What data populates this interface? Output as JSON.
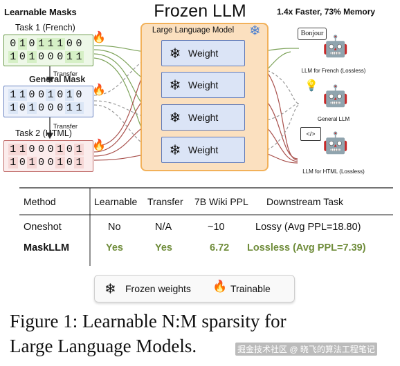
{
  "header": {
    "left_title": "Learnable Masks",
    "center_title": "Frozen LLM",
    "right_title": "1.4x Faster, 73% Memory"
  },
  "masks": [
    {
      "label": "Task 1 (French)",
      "rows": [
        "01011100",
        "10100011"
      ],
      "fill": "#d6f0c6",
      "border": "#6a9a4a",
      "trainable": true
    },
    {
      "label": "General Mask",
      "rows": [
        "11001010",
        "10100011"
      ],
      "fill": "#dbe6f6",
      "border": "#6a84c2",
      "trainable": true
    },
    {
      "label": "Task 2 (HTML)",
      "rows": [
        "11000101",
        "10100101"
      ],
      "fill": "#f6d7d6",
      "border": "#c06a68",
      "trainable": true
    }
  ],
  "transfer_labels": [
    "Transfer",
    "Transfer"
  ],
  "llm": {
    "title": "Large Language Model",
    "weights": [
      "Weight",
      "Weight",
      "Weight",
      "Weight"
    ]
  },
  "outputs": [
    {
      "bubble": "Bonjour",
      "label": "LLM for French (Lossless)",
      "color": "#5a9a3a"
    },
    {
      "bubble": "",
      "label": "General LLM",
      "color": "#6f86b8"
    },
    {
      "bubble": "</>",
      "label": "LLM for HTML (Lossless)",
      "color": "#b85a3a"
    }
  ],
  "table": {
    "headers": [
      "Method",
      "Learnable",
      "Transfer",
      "7B Wiki PPL",
      "Downstream Task"
    ],
    "rows": [
      {
        "method": "Oneshot",
        "learnable": "No",
        "transfer": "N/A",
        "ppl": "~10",
        "downstream": "Lossy (Avg PPL=18.80)",
        "highlight": false
      },
      {
        "method": "MaskLLM",
        "learnable": "Yes",
        "transfer": "Yes",
        "ppl": "6.72",
        "downstream": "Lossless (Avg PPL=7.39)",
        "highlight": true
      }
    ]
  },
  "legend": {
    "frozen": "Frozen weights",
    "trainable": "Trainable"
  },
  "caption": {
    "line1": "Figure 1:  Learnable N:M sparsity for",
    "line2": "Large Language Models."
  },
  "watermark": "掘金技术社区 @ 晓飞的算法工程笔记"
}
